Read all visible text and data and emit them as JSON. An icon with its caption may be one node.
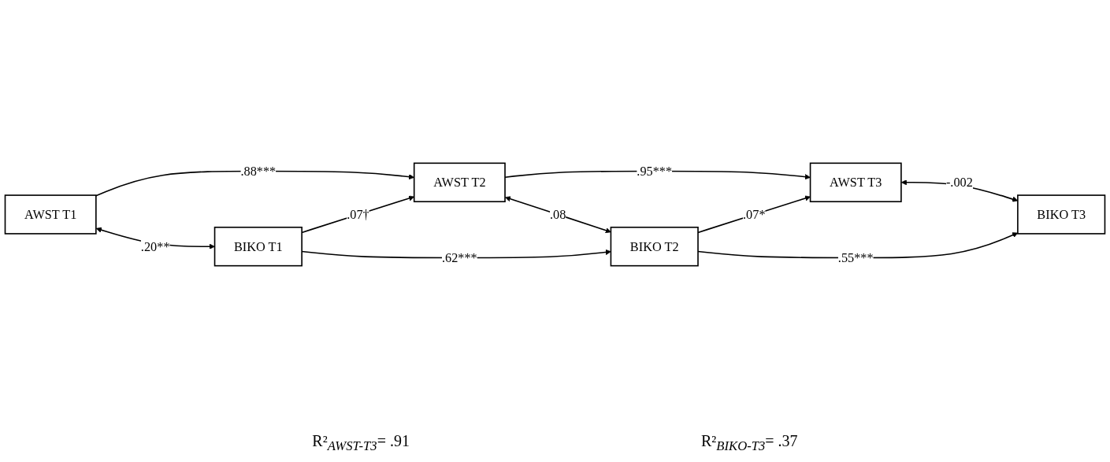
{
  "diagram": {
    "nodes": [
      {
        "text": [
          "AWST T1"
        ]
      },
      {
        "text": [
          "AWST T2"
        ]
      },
      {
        "text": [
          "AWST T3"
        ]
      },
      {
        "text": [
          "BIKO T1"
        ]
      },
      {
        "text": [
          "BIKO T2"
        ]
      },
      {
        "text": [
          "BIKO T3"
        ]
      }
    ],
    "edges": [
      {
        "from": 0,
        "to": 1,
        "arrow": "to",
        "label": ".88***"
      },
      {
        "from": 1,
        "to": 2,
        "arrow": "to",
        "label": ".95***"
      },
      {
        "from": 0,
        "to": 3,
        "arrow": "both",
        "label": ".20**"
      },
      {
        "from": 3,
        "to": 1,
        "arrow": "to",
        "label": ".07†"
      },
      {
        "from": 1,
        "to": 4,
        "arrow": "both",
        "label": ".08"
      },
      {
        "from": 4,
        "to": 2,
        "arrow": "to",
        "label": ".07*"
      },
      {
        "from": 2,
        "to": 5,
        "arrow": "both",
        "label": "-.002"
      },
      {
        "from": 3,
        "to": 4,
        "arrow": "to",
        "label": ".62***"
      },
      {
        "from": 4,
        "to": 5,
        "arrow": "to",
        "label": ".55***"
      }
    ],
    "labels": [
      "R²$_{AWST-T3}$= .91",
      "R²$_{BIKO-T3}$= .37"
    ]
  }
}
